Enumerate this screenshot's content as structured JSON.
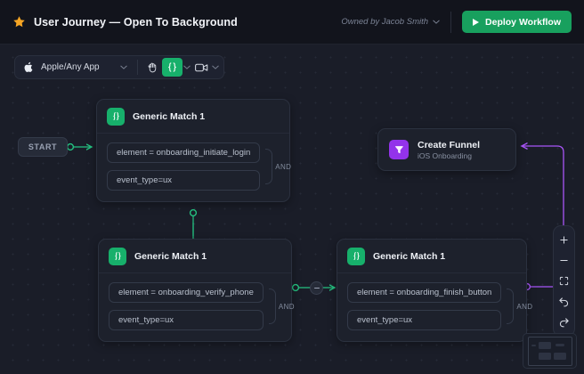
{
  "header": {
    "star_icon": "star-icon",
    "title": "User Journey — Open To Background",
    "owner_label": "Owned by Jacob Smith",
    "owner_chevron_icon": "chevron-down-icon",
    "deploy_label": "Deploy Workflow",
    "deploy_play_icon": "play-icon",
    "accent_green": "#18a05e"
  },
  "toolbar": {
    "app_icon": "apple-icon",
    "app_label": "Apple/Any App",
    "app_chevron_icon": "chevron-down-icon",
    "hand_tool_icon": "hand-icon",
    "code_tool_icon": "code-braces-icon",
    "code_tool_chevron_icon": "chevron-down-icon",
    "video_tool_icon": "video-camera-icon",
    "video_tool_chevron_icon": "chevron-down-icon",
    "active_tool": "code-braces",
    "active_color": "#17b06b"
  },
  "canvas": {
    "background": "#1a1d28",
    "dot_color": "#272b38",
    "edge_green": "#25c281",
    "edge_purple": "#a855f7"
  },
  "start_node": {
    "label": "START"
  },
  "nodes": [
    {
      "id": "generic-match-1",
      "badge_icon": "code-braces-icon",
      "title": "Generic Match 1",
      "conditions": [
        "element = onboarding_initiate_login",
        "event_type=ux"
      ],
      "operator": "AND"
    },
    {
      "id": "generic-match-2",
      "badge_icon": "code-braces-icon",
      "title": "Generic Match 1",
      "conditions": [
        "element = onboarding_verify_phone",
        "event_type=ux"
      ],
      "operator": "AND"
    },
    {
      "id": "generic-match-3",
      "badge_icon": "code-braces-icon",
      "title": "Generic Match 1",
      "conditions": [
        "element = onboarding_finish_button",
        "event_type=ux"
      ],
      "operator": "AND"
    }
  ],
  "funnel_node": {
    "badge_icon": "funnel-icon",
    "title": "Create Funnel",
    "subtitle": "iOS Onboarding",
    "badge_color": "#9333ea"
  },
  "zoom_controls": {
    "zoom_in_icon": "plus-icon",
    "zoom_out_icon": "minus-icon",
    "fit_view_icon": "fit-screen-icon",
    "undo_icon": "undo-arrow-icon",
    "redo_icon": "redo-arrow-icon"
  },
  "minimap": {
    "name": "minimap"
  }
}
